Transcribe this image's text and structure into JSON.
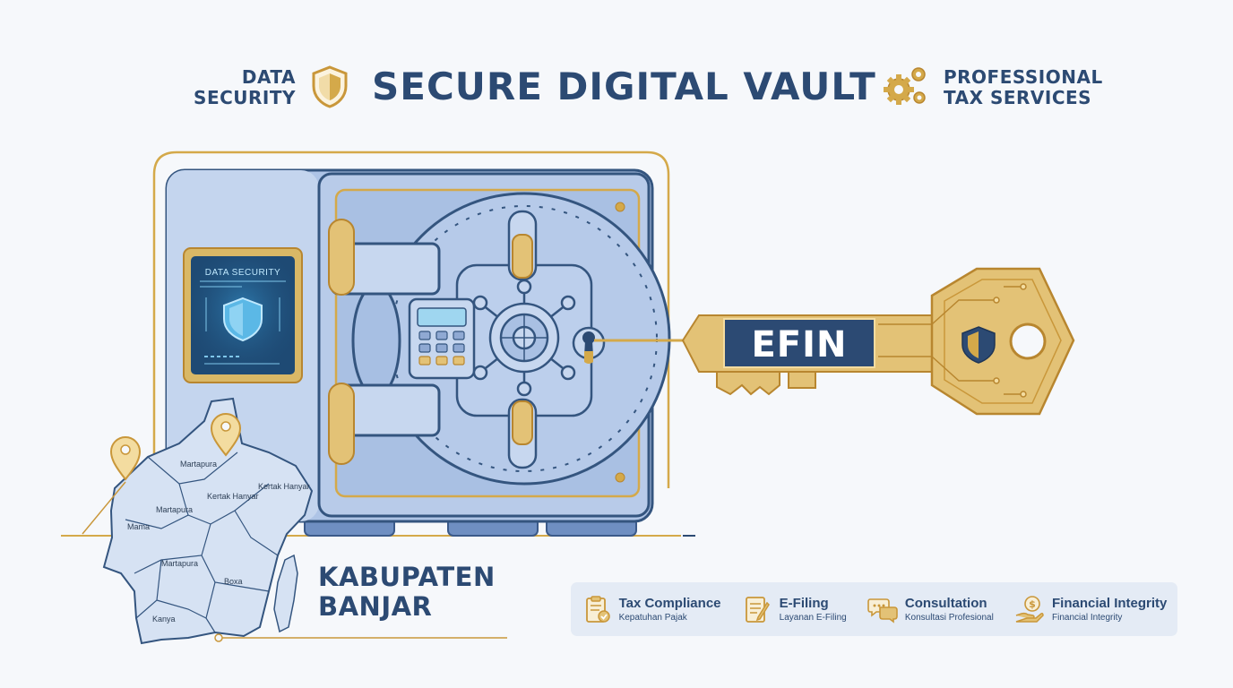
{
  "header": {
    "left_tag": [
      "DATA",
      "SECURITY"
    ],
    "title": "SECURE DIGITAL VAULT",
    "right_tag": [
      "PROFESSIONAL",
      "TAX SERVICES"
    ]
  },
  "screen_label": "DATA SECURITY",
  "key_label": "EFIN",
  "region": [
    "KABUPATEN",
    "BANJAR"
  ],
  "map_labels": [
    "Martapura",
    "Kertak Hanyar",
    "Kertak Hanyar",
    "Martapura",
    "Mama",
    "Martapura",
    "Boxa",
    "Kanya"
  ],
  "services": [
    {
      "title": "Tax Compliance",
      "subtitle": "Kepatuhan Pajak",
      "icon": "clipboard-check-icon"
    },
    {
      "title": "E-Filing",
      "subtitle": "Layanan E-Filing",
      "icon": "document-pen-icon"
    },
    {
      "title": "Consultation",
      "subtitle": "Konsultasi Profesional",
      "icon": "chat-bubbles-icon"
    },
    {
      "title": "Financial Integrity",
      "subtitle": "Financial Integrity",
      "icon": "hand-coin-icon"
    }
  ],
  "colors": {
    "navy": "#2c4a73",
    "gold": "#d4a94a",
    "vault_blue": "#aec4e6",
    "background": "#f6f8fb"
  }
}
